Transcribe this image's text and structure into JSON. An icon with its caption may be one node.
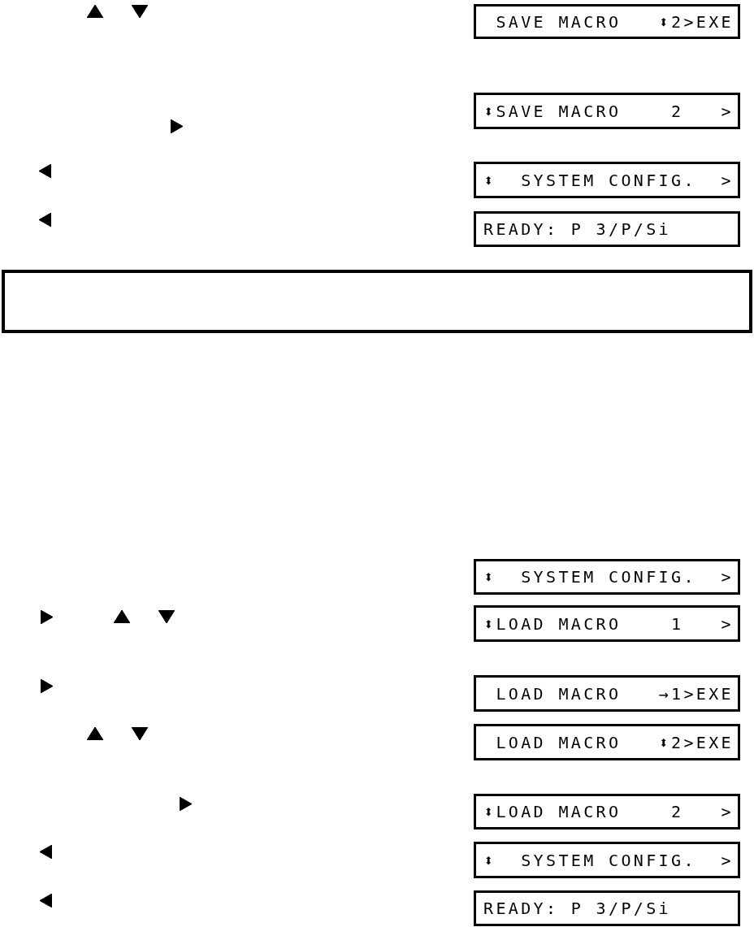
{
  "diagram": {
    "nodes": [
      {
        "text": [
          "SAVE MACRO   ⬍2>EXE"
        ]
      },
      {
        "text": [
          "⬍SAVE MACRO    2   >"
        ]
      },
      {
        "text": [
          "⬍  SYSTEM CONFIG.  >"
        ]
      },
      {
        "text": [
          "READY: P 3/P/Si"
        ]
      },
      {
        "text": [],
        "shape": "box"
      },
      {
        "text": [
          "⬍  SYSTEM CONFIG.  >"
        ]
      },
      {
        "text": [
          "⬍LOAD MACRO    1   >"
        ]
      },
      {
        "text": [
          "LOAD MACRO   →1>EXE"
        ]
      },
      {
        "text": [
          "LOAD MACRO   ⬍2>EXE"
        ]
      },
      {
        "text": [
          "⬍LOAD MACRO    2   >"
        ]
      },
      {
        "text": [
          "⬍  SYSTEM CONFIG.  >"
        ]
      },
      {
        "text": [
          "READY: P 3/P/Si"
        ]
      }
    ]
  }
}
